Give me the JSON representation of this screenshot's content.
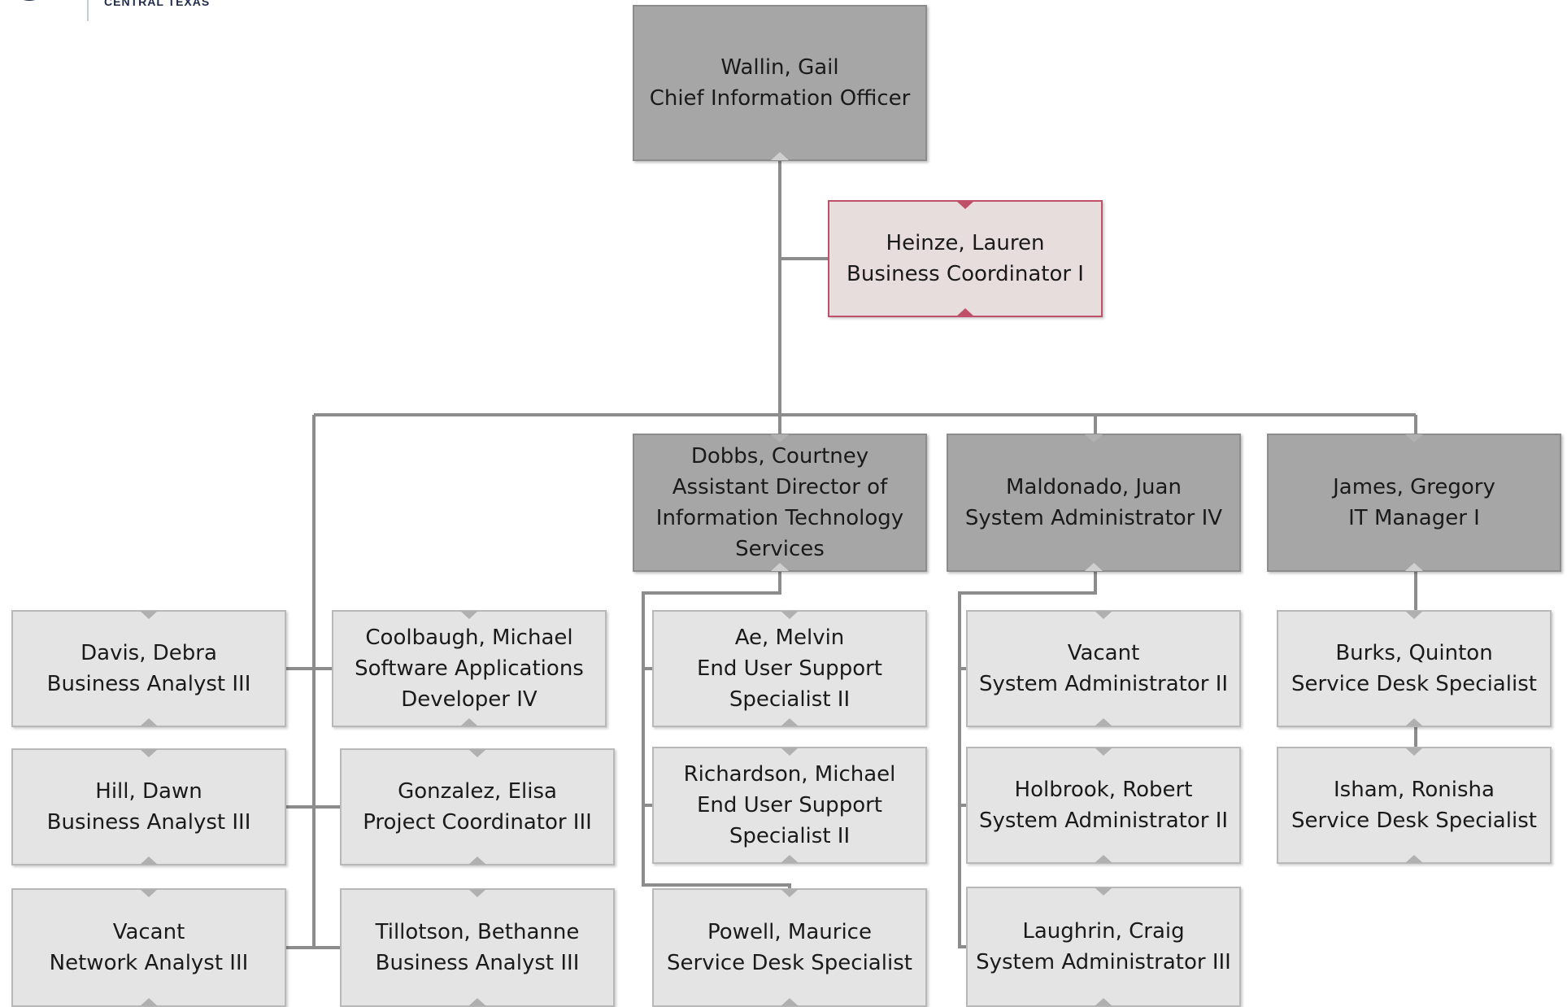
{
  "logo": {
    "text": "CENTRAL TEXAS"
  },
  "colors": {
    "manager_fill": "#a6a6a6",
    "staff_fill": "#e4e4e4",
    "assistant_fill": "#e8dddd",
    "assistant_border": "#c0506a",
    "connector": "#8c8c8c"
  },
  "org": {
    "cio": {
      "name": "Wallin, Gail",
      "title": "Chief Information Officer"
    },
    "assistant": {
      "name": "Heinze, Lauren",
      "title": "Business Coordinator I"
    },
    "direct_staff": [
      {
        "name": "Davis, Debra",
        "title": "Business Analyst III"
      },
      {
        "name": "Coolbaugh, Michael",
        "title": "Software Applications Developer IV"
      },
      {
        "name": "Hill, Dawn",
        "title": "Business Analyst III"
      },
      {
        "name": "Gonzalez, Elisa",
        "title": "Project Coordinator III"
      },
      {
        "name": "Vacant",
        "title": "Network Analyst III"
      },
      {
        "name": "Tillotson, Bethanne",
        "title": "Business Analyst III"
      }
    ],
    "managers": [
      {
        "name": "Dobbs, Courtney",
        "title": "Assistant Director of Information Technology Services",
        "reports": [
          {
            "name": "Ae, Melvin",
            "title": "End User Support Specialist II"
          },
          {
            "name": "Richardson, Michael",
            "title": "End User Support Specialist II"
          },
          {
            "name": "Powell, Maurice",
            "title": "Service Desk Specialist"
          }
        ]
      },
      {
        "name": "Maldonado, Juan",
        "title": "System Administrator IV",
        "reports": [
          {
            "name": "Vacant",
            "title": "System Administrator II"
          },
          {
            "name": "Holbrook, Robert",
            "title": "System Administrator II"
          },
          {
            "name": "Laughrin, Craig",
            "title": "System Administrator III"
          }
        ]
      },
      {
        "name": "James, Gregory",
        "title": "IT Manager I",
        "reports": [
          {
            "name": "Burks, Quinton",
            "title": "Service Desk Specialist"
          },
          {
            "name": "Isham, Ronisha",
            "title": "Service Desk Specialist"
          }
        ]
      }
    ]
  }
}
